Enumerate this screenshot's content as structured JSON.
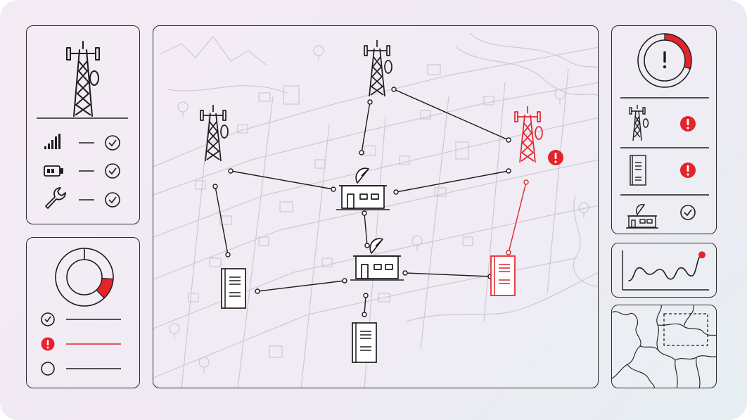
{
  "colors": {
    "ink": "#1c1c1c",
    "alert": "#e3242b",
    "map_line": "#c9c2cc",
    "background": "#f1e9f3"
  },
  "left_status_panel": {
    "icons": [
      "tower-icon",
      "signal-bars-icon",
      "battery-icon",
      "wrench-icon"
    ],
    "rows": [
      {
        "icon": "signal-bars-icon",
        "state": "ok"
      },
      {
        "icon": "battery-icon",
        "state": "ok"
      },
      {
        "icon": "wrench-icon",
        "state": "ok"
      }
    ]
  },
  "left_donut_panel": {
    "alert_segment_fraction": 0.12,
    "legend": [
      {
        "state": "ok",
        "color": "#1c1c1c"
      },
      {
        "state": "alert",
        "color": "#e3242b"
      },
      {
        "state": "empty",
        "color": "#1c1c1c"
      }
    ]
  },
  "network_map": {
    "nodes": [
      {
        "id": "tower-top",
        "type": "tower",
        "state": "ok"
      },
      {
        "id": "tower-left",
        "type": "tower",
        "state": "ok"
      },
      {
        "id": "tower-right",
        "type": "tower",
        "state": "alert"
      },
      {
        "id": "hub-upper",
        "type": "station",
        "state": "ok"
      },
      {
        "id": "hub-lower",
        "type": "station",
        "state": "ok"
      },
      {
        "id": "server-left",
        "type": "server",
        "state": "ok"
      },
      {
        "id": "server-bottom",
        "type": "server",
        "state": "ok"
      },
      {
        "id": "server-right",
        "type": "server",
        "state": "alert"
      }
    ],
    "links": [
      {
        "from": "tower-top",
        "to": "hub-upper",
        "state": "ok"
      },
      {
        "from": "tower-top",
        "to": "tower-right",
        "state": "ok"
      },
      {
        "from": "tower-left",
        "to": "hub-upper",
        "state": "ok"
      },
      {
        "from": "tower-left",
        "to": "server-left",
        "state": "ok"
      },
      {
        "from": "hub-upper",
        "to": "tower-right",
        "state": "ok"
      },
      {
        "from": "hub-upper",
        "to": "hub-lower",
        "state": "ok"
      },
      {
        "from": "hub-lower",
        "to": "server-left",
        "state": "ok"
      },
      {
        "from": "hub-lower",
        "to": "server-right",
        "state": "ok"
      },
      {
        "from": "hub-lower",
        "to": "server-bottom",
        "state": "ok"
      },
      {
        "from": "tower-right",
        "to": "server-right",
        "state": "alert"
      }
    ]
  },
  "right_gauge_panel": {
    "alert_fraction": 0.3,
    "icon": "alert-exclamation-icon"
  },
  "right_status_list": [
    {
      "icon": "tower-icon",
      "state": "alert"
    },
    {
      "icon": "server-icon",
      "state": "alert"
    },
    {
      "icon": "station-icon",
      "state": "ok"
    }
  ],
  "trend_panel": {
    "chart_data": {
      "type": "line",
      "values": [
        0.15,
        0.55,
        0.35,
        0.5,
        0.2,
        0.55,
        0.3,
        0.95
      ],
      "highlight_last_point": true
    }
  },
  "minimap_panel": {
    "viewport_indicator": "dashed-rectangle"
  }
}
